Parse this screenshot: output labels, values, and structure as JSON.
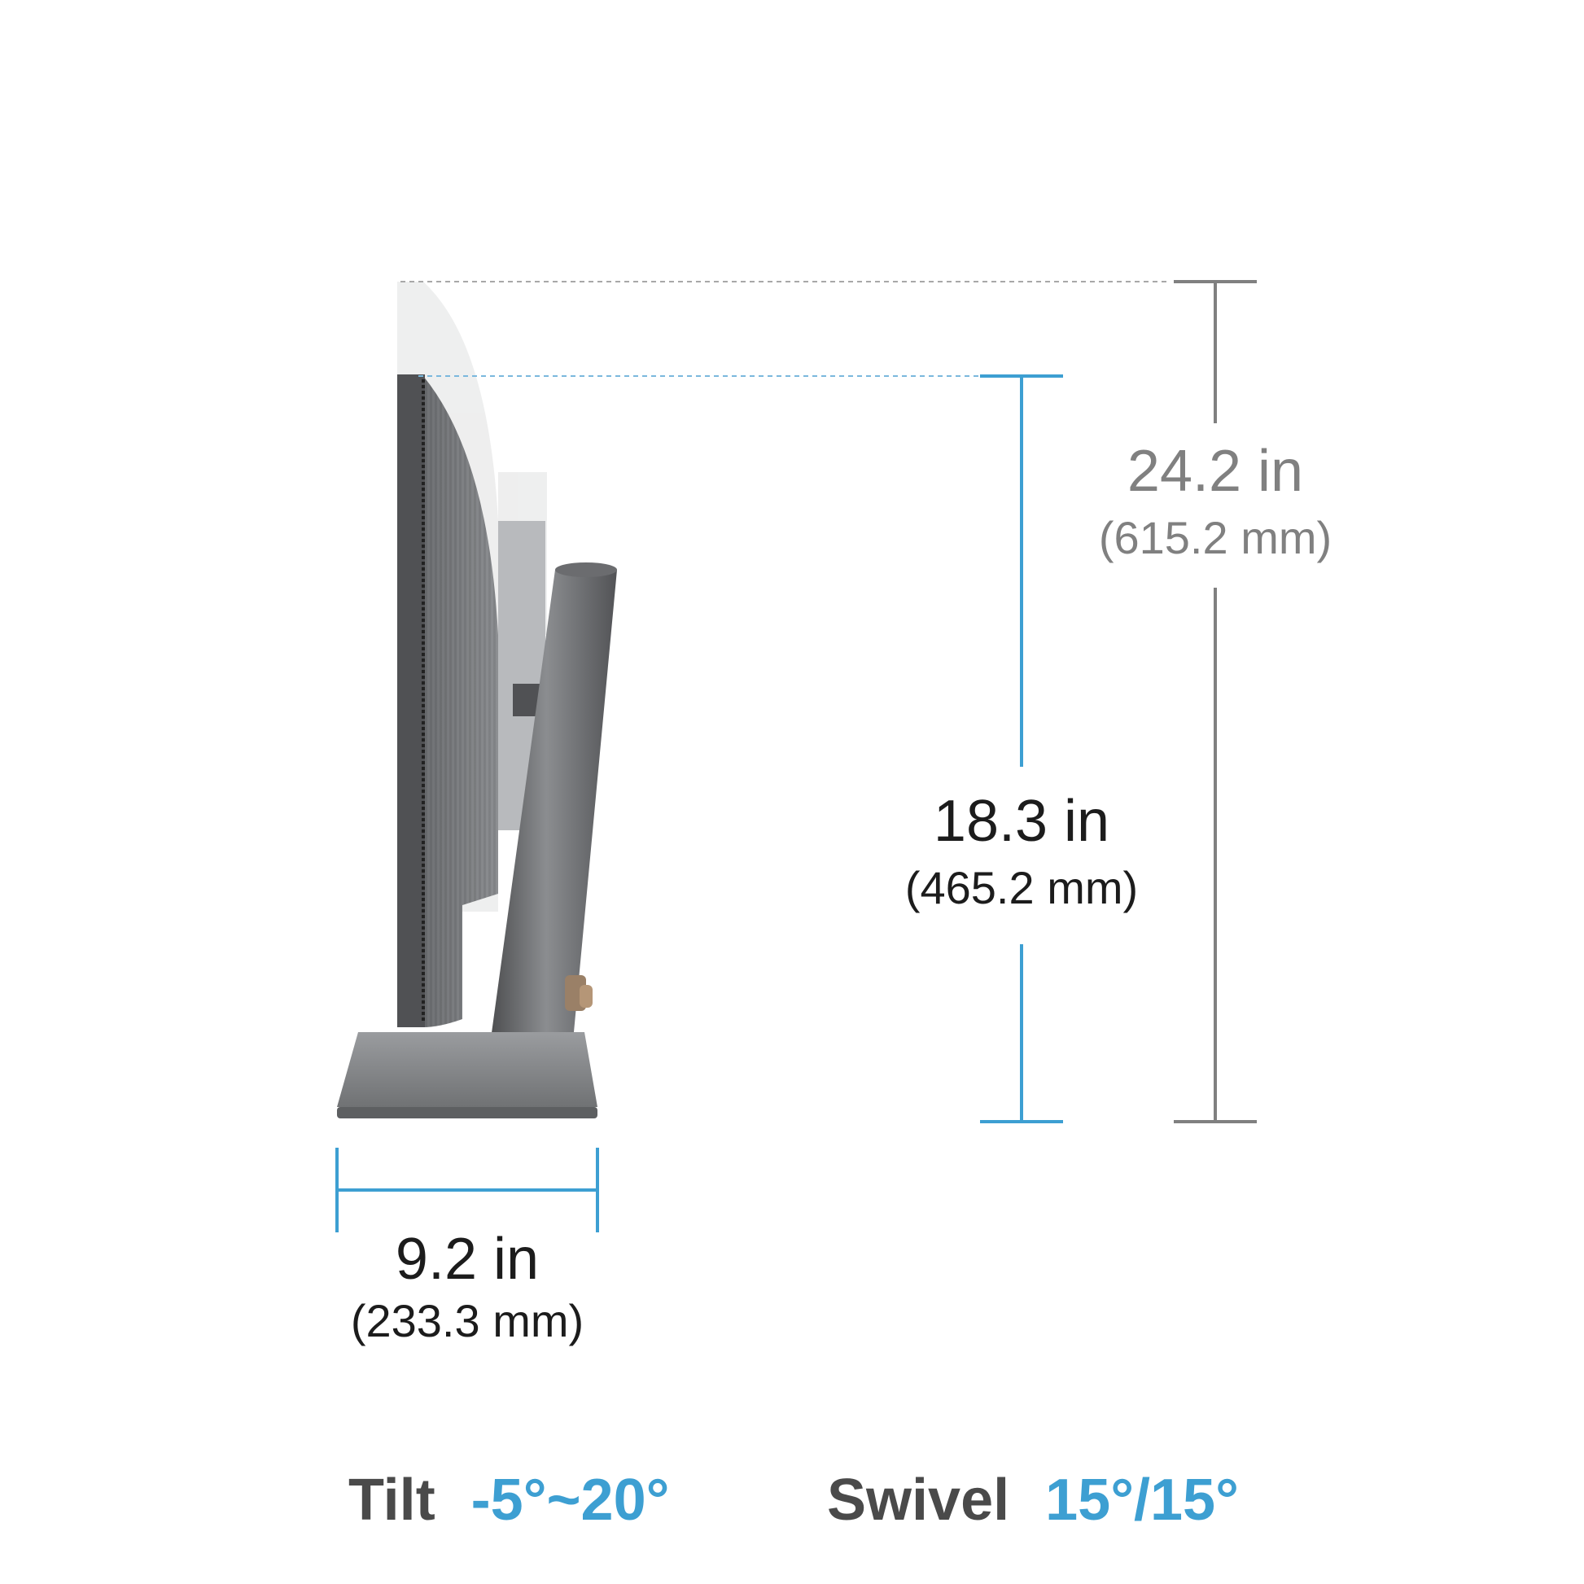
{
  "colors": {
    "blue": "#3d9fd2",
    "gray": "#808080",
    "dark": "#1c1c1c",
    "body": "#5e5f61",
    "base": "#77797b"
  },
  "dimensions": {
    "max_height": {
      "imperial": "24.2 in",
      "metric": "(615.2 mm)"
    },
    "min_height": {
      "imperial": "18.3 in",
      "metric": "(465.2 mm)"
    },
    "depth": {
      "imperial": "9.2 in",
      "metric": "(233.3 mm)"
    }
  },
  "specs": {
    "tilt": {
      "label": "Tilt",
      "value": "-5°~20°"
    },
    "swivel": {
      "label": "Swivel",
      "value": "15°/15°"
    }
  }
}
